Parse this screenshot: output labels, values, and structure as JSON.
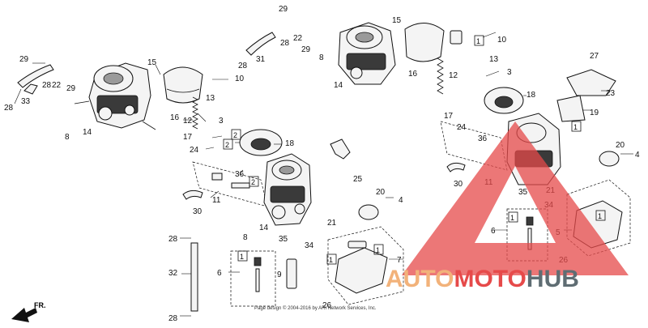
{
  "diagram": {
    "callouts": [
      "1",
      "2",
      "3",
      "4",
      "5",
      "6",
      "7",
      "8",
      "9",
      "10",
      "11",
      "12",
      "13",
      "14",
      "15",
      "16",
      "17",
      "18",
      "19",
      "20",
      "21",
      "22",
      "23",
      "24",
      "25",
      "26",
      "27",
      "28",
      "29",
      "30",
      "31",
      "32",
      "33",
      "34",
      "35",
      "36"
    ],
    "footer": "Page design © 2004-2016 by ARI Network Services, Inc.",
    "direction_label": "FR.",
    "watermark": {
      "part1": "AUTO",
      "part2": "MOTO",
      "part3": "HUB"
    },
    "colors": {
      "ink": "#111111",
      "watermark_red": "#e64a4a",
      "watermark_orange": "#f2b27a",
      "watermark_gray": "#5f6d73"
    }
  }
}
